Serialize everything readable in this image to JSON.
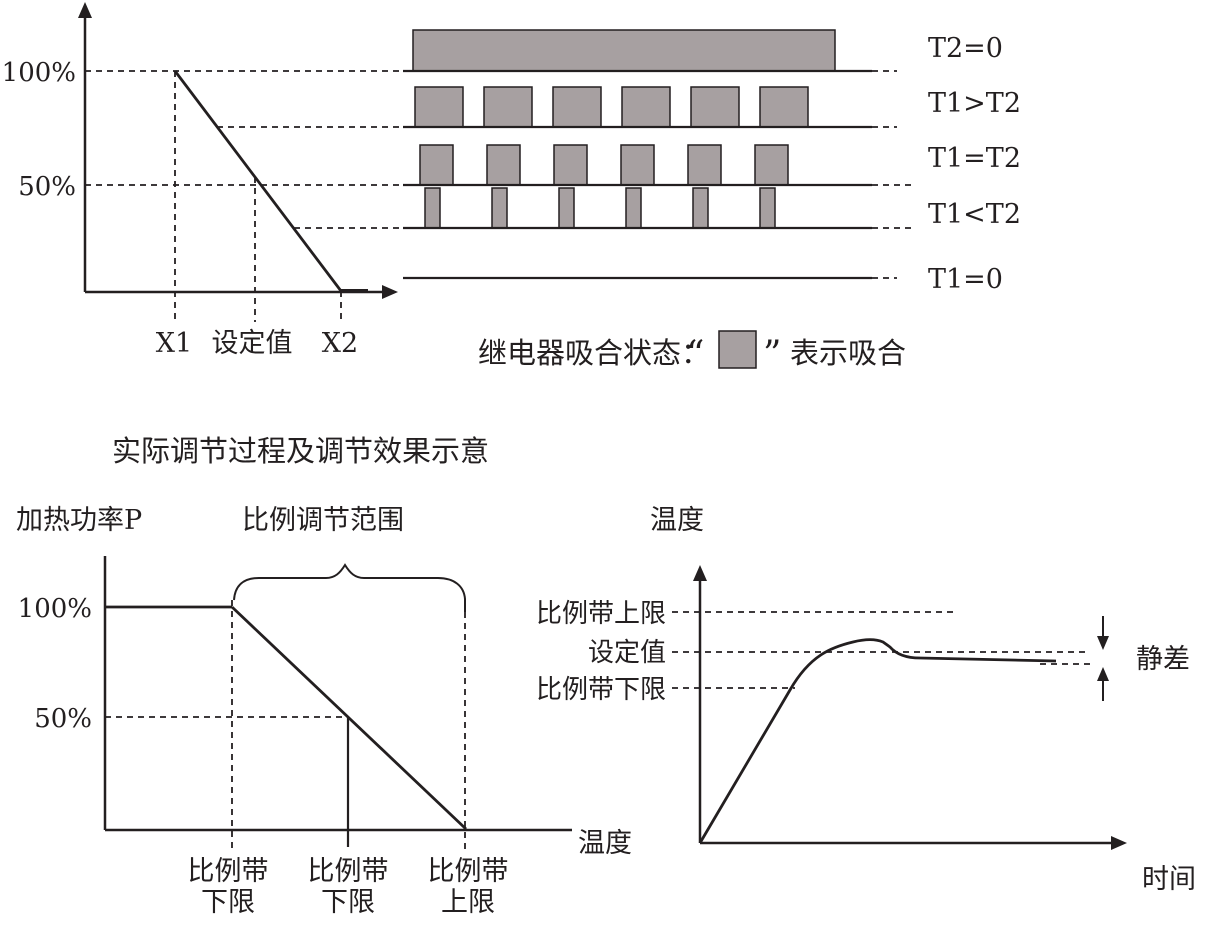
{
  "colors": {
    "ink": "#231f20",
    "pulse_fill": "#a7a0a1",
    "background": "#ffffff"
  },
  "section_title": "实际调节过程及调节效果示意",
  "duty_graph": {
    "y_tick_100": "100%",
    "y_tick_50": "50%",
    "x_label_x1": "X1",
    "x_label_setpoint": "设定值",
    "x_label_x2": "X2"
  },
  "pulse_rows": [
    {
      "label": "T2=0"
    },
    {
      "label": "T1>T2"
    },
    {
      "label": "T1=T2"
    },
    {
      "label": "T1<T2"
    },
    {
      "label": "T1=0"
    }
  ],
  "legend": {
    "title": "继电器吸合状态：",
    "quote_open": "“",
    "quote_close": "”",
    "meaning": "表示吸合"
  },
  "power_graph": {
    "y_axis_label": "加热功率P",
    "range_label": "比例调节范围",
    "y_tick_100": "100%",
    "y_tick_50": "50%",
    "x_axis_label": "温度",
    "x_labels": [
      {
        "line1": "比例带",
        "line2": "下限"
      },
      {
        "line1": "比例带",
        "line2": "下限"
      },
      {
        "line1": "比例带",
        "line2": "上限"
      }
    ]
  },
  "response_graph": {
    "y_axis_label": "温度",
    "upper_limit_label": "比例带上限",
    "setpoint_label": "设定值",
    "lower_limit_label": "比例带下限",
    "offset_label": "静差",
    "x_axis_label": "时间"
  }
}
